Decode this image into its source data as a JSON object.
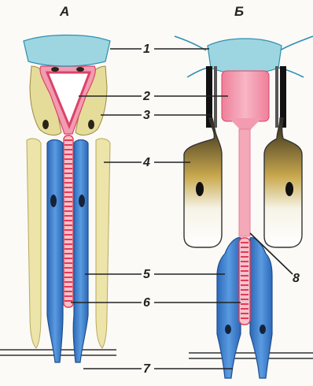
{
  "panels": {
    "a_label": "А",
    "b_label": "Б"
  },
  "callouts": [
    "1",
    "2",
    "3",
    "4",
    "5",
    "6",
    "7",
    "8"
  ],
  "colors": {
    "background": "#fbfaf6",
    "cuticle_lens": "#9dd6e0",
    "cuticle_lens_edge": "#2e8fb3",
    "cone_pink": "#f39bb0",
    "cone_outline": "#d9446a",
    "pigment_cell": "#ece4a8",
    "pigment_dark": "#2a2418",
    "retinula_blue": "#3b7fd0",
    "retinula_dark": "#1d4f8f",
    "rhabdom_red": "#e23b55",
    "outline": "#333333"
  }
}
